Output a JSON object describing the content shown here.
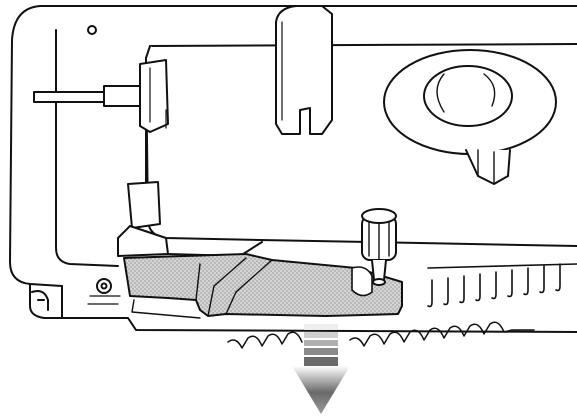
{
  "illustration": {
    "style": "line-art",
    "colors": {
      "line": "#111111",
      "background": "#ffffff",
      "shading": "#bdbdbd",
      "arrow_light": "#e6e6e6",
      "arrow_dark": "#5a5a5a"
    },
    "components": [
      "machine-base",
      "carriage-cover",
      "yarn-guide-post",
      "tension-dial",
      "sliding-lever",
      "thumb-screw",
      "needle-bed",
      "pull-direction-arrow"
    ],
    "arrow_direction": "down"
  }
}
